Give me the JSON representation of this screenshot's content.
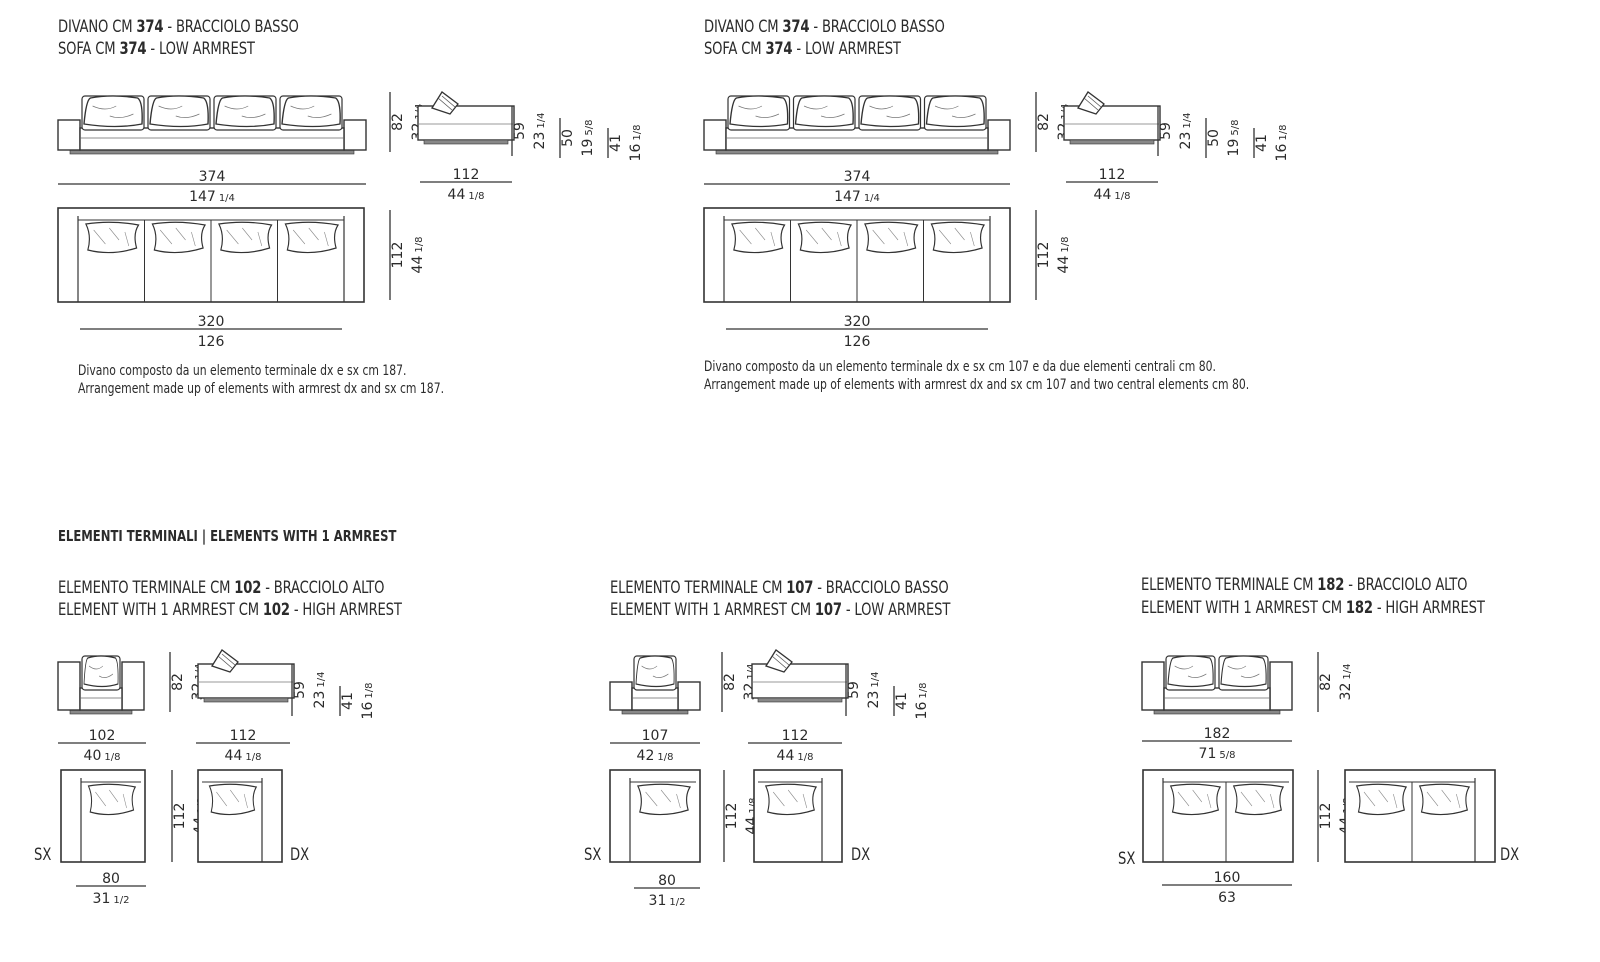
{
  "top_left": {
    "title_it": [
      "DIVANO CM ",
      "374",
      " - BRACCIOLO BASSO"
    ],
    "title_en": [
      "SOFA CM ",
      "374",
      " - LOW ARMREST"
    ],
    "front_width_cm": "374",
    "front_width_in": "147",
    "front_width_in_frac": "1/4",
    "height_cm": "82",
    "height_in": "32",
    "height_in_frac": "1/4",
    "side_depth_cm": "112",
    "side_depth_in": "44",
    "side_depth_in_frac": "1/8",
    "seat_h_cm": "59",
    "seat_h_in": "23",
    "seat_h_in_frac": "1/4",
    "arm_h_cm": "50",
    "arm_h_in": "19",
    "arm_h_in_frac": "5/8",
    "seat_top_cm": "41",
    "seat_top_in": "16",
    "seat_top_in_frac": "1/8",
    "plan_depth_cm": "112",
    "plan_depth_in": "44",
    "plan_depth_in_frac": "1/8",
    "plan_width_cm": "320",
    "plan_width_in": "126",
    "note_it": "Divano composto da un elemento terminale dx e sx cm 187.",
    "note_en": "Arrangement made up of elements with armrest dx and sx cm 187."
  },
  "top_right": {
    "title_it": [
      "DIVANO CM ",
      "374",
      " - BRACCIOLO BASSO"
    ],
    "title_en": [
      "SOFA CM ",
      "374",
      " - LOW ARMREST"
    ],
    "front_width_cm": "374",
    "front_width_in": "147",
    "front_width_in_frac": "1/4",
    "height_cm": "82",
    "height_in": "32",
    "height_in_frac": "1/4",
    "side_depth_cm": "112",
    "side_depth_in": "44",
    "side_depth_in_frac": "1/8",
    "seat_h_cm": "59",
    "seat_h_in": "23",
    "seat_h_in_frac": "1/4",
    "arm_h_cm": "50",
    "arm_h_in": "19",
    "arm_h_in_frac": "5/8",
    "seat_top_cm": "41",
    "seat_top_in": "16",
    "seat_top_in_frac": "1/8",
    "plan_depth_cm": "112",
    "plan_depth_in": "44",
    "plan_depth_in_frac": "1/8",
    "plan_width_cm": "320",
    "plan_width_in": "126",
    "note_it": "Divano composto da un elemento terminale dx e sx cm 107 e da due elementi centrali cm 80.",
    "note_en": "Arrangement made up of elements with armrest dx and sx cm 107 and two central elements cm 80."
  },
  "section_heading": "ELEMENTI TERMINALI  |  ELEMENTS WITH 1 ARMREST",
  "bottom": [
    {
      "title_it": [
        "ELEMENTO TERMINALE CM ",
        "102",
        " - BRACCIOLO ALTO"
      ],
      "title_en": [
        "ELEMENT WITH 1 ARMREST CM ",
        "102",
        " - HIGH ARMREST"
      ],
      "front_cm": "102",
      "front_in": "40",
      "front_in_frac": "1/8",
      "height_cm": "82",
      "height_in": "32",
      "height_in_frac": "1/4",
      "side_cm": "112",
      "side_in": "44",
      "side_in_frac": "1/8",
      "seat_h_cm": "59",
      "seat_h_in": "23",
      "seat_h_in_frac": "1/4",
      "seat_top_cm": "41",
      "seat_top_in": "16",
      "seat_top_in_frac": "1/8",
      "plan_depth_cm": "112",
      "plan_depth_in": "44",
      "plan_depth_in_frac": "1/8",
      "plan_width_cm": "80",
      "plan_width_in": "31",
      "plan_width_in_frac": "1/2",
      "sx": "SX",
      "dx": "DX"
    },
    {
      "title_it": [
        "ELEMENTO TERMINALE CM ",
        "107",
        " - BRACCIOLO BASSO"
      ],
      "title_en": [
        "ELEMENT WITH 1 ARMREST CM ",
        "107",
        " - LOW ARMREST"
      ],
      "front_cm": "107",
      "front_in": "42",
      "front_in_frac": "1/8",
      "height_cm": "82",
      "height_in": "32",
      "height_in_frac": "1/4",
      "side_cm": "112",
      "side_in": "44",
      "side_in_frac": "1/8",
      "seat_h_cm": "59",
      "seat_h_in": "23",
      "seat_h_in_frac": "1/4",
      "seat_top_cm": "41",
      "seat_top_in": "16",
      "seat_top_in_frac": "1/8",
      "plan_depth_cm": "112",
      "plan_depth_in": "44",
      "plan_depth_in_frac": "1/8",
      "plan_width_cm": "80",
      "plan_width_in": "31",
      "plan_width_in_frac": "1/2",
      "sx": "SX",
      "dx": "DX"
    },
    {
      "title_it": [
        "ELEMENTO TERMINALE CM ",
        "182",
        " - BRACCIOLO ALTO"
      ],
      "title_en": [
        "ELEMENT WITH 1 ARMREST CM ",
        "182",
        " - HIGH ARMREST"
      ],
      "front_cm": "182",
      "front_in": "71",
      "front_in_frac": "5/8",
      "height_cm": "82",
      "height_in": "32",
      "height_in_frac": "1/4",
      "plan_depth_cm": "112",
      "plan_depth_in": "44",
      "plan_depth_in_frac": "1/8",
      "plan_width_cm": "160",
      "plan_width_in": "63",
      "sx": "SX",
      "dx": "DX"
    }
  ]
}
